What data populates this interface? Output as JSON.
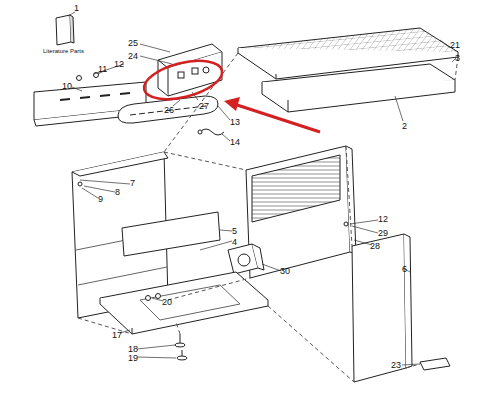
{
  "diagram": {
    "labels": [
      "1",
      "Literature Parts",
      "25",
      "24",
      "12",
      "11",
      "10",
      "27",
      "26",
      "13",
      "14",
      "21",
      "3",
      "2",
      "7",
      "8",
      "9",
      "12",
      "29",
      "28",
      "6",
      "5",
      "4",
      "30",
      "20",
      "17",
      "18",
      "19",
      "23"
    ]
  }
}
